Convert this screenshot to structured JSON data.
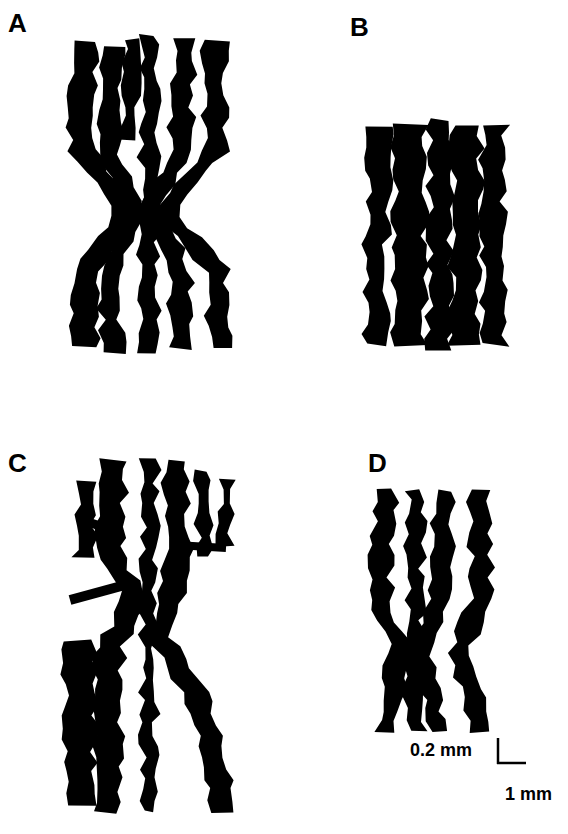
{
  "diagram": {
    "labels": [
      "A",
      "B",
      "C",
      "D",
      "0.2 mm",
      "1 mm"
    ]
  }
}
